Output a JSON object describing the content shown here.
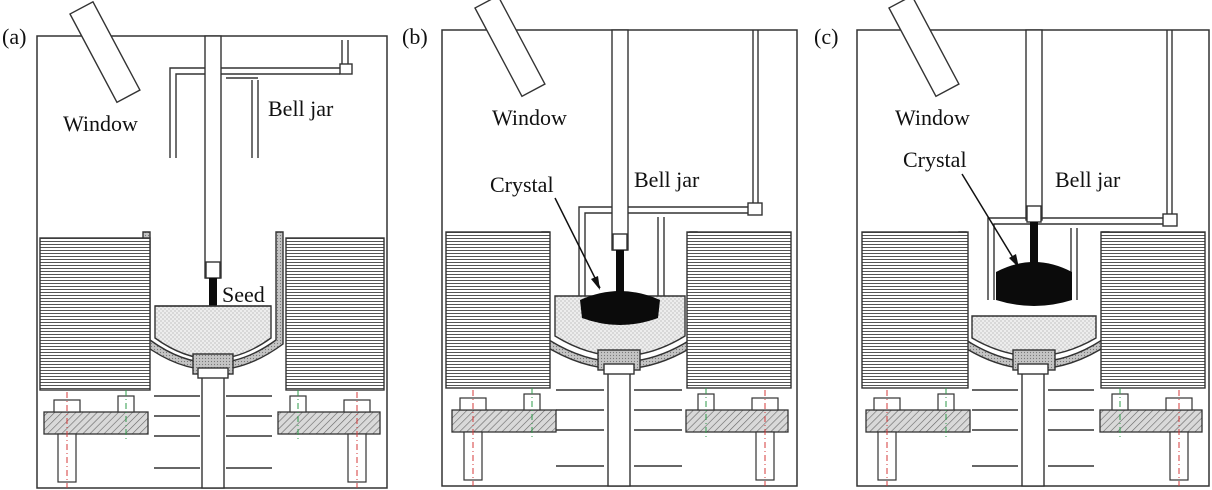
{
  "colors": {
    "line": "#333333",
    "crystal": "#0b0b0b",
    "melt": "#e6e6e6",
    "crucible": "#b5b5b5",
    "hatch": "#555555",
    "centerline_red": "#d43a3a",
    "centerline_green": "#2e9b4a"
  },
  "panels": [
    {
      "letter": "(a)",
      "window": "Window",
      "bell_jar": "Bell jar",
      "seed": "Seed"
    },
    {
      "letter": "(b)",
      "window": "Window",
      "bell_jar": "Bell jar",
      "crystal": "Crystal"
    },
    {
      "letter": "(c)",
      "window": "Window",
      "bell_jar": "Bell jar",
      "crystal": "Crystal"
    }
  ]
}
